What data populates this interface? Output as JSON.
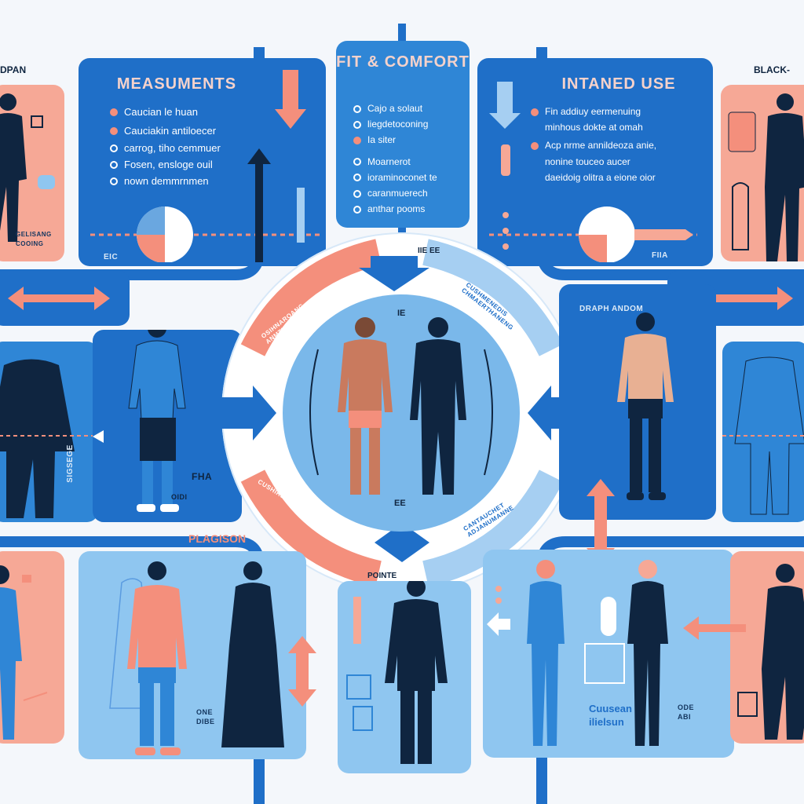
{
  "panels": {
    "measurements": {
      "title": "MEASUMENTS",
      "items": [
        "Caucian le huan",
        "Cauciakin antiloecer",
        "carrog, tiho cemmuer",
        "Fosen, ensloge ouil",
        "nown demmrnmen"
      ],
      "axis_label": "EIC"
    },
    "fit_comfort": {
      "title": "FIT & COMFORT",
      "items": [
        "Cajo a solaut",
        "liegdetoconing",
        "Ia siter",
        "Moarnerot",
        "ioraminoconet te",
        "caranmuerech",
        "anthar pooms"
      ]
    },
    "intended_use": {
      "title": "INTANED USE",
      "items": [
        "Fin addiuy eermenuing",
        "minhous dokte at omah",
        "Acp nrme annildeoza anie,",
        "nonine touceo aucer",
        "daeidoig olitra a eione oior"
      ],
      "axis_label": "FIIA"
    }
  },
  "corner_labels": {
    "top_left": "DPAN",
    "top_right": "BLACK-",
    "left_small": "GELISANG",
    "left_small2": "COOING",
    "left_side": "SIGSEGE",
    "mid_left_tag": "FHA",
    "mid_left_tag2": "OIDI",
    "person_label": "PLAGISON",
    "bottom_center": "POINTE",
    "bottom_right_caption": "Cuusean",
    "bottom_right_caption2": "ilielsun",
    "right_small": "DRAPH ANDOM",
    "hub_top": "IIE EE",
    "hub_center": "IE",
    "hub_bottom": "EE",
    "ttag_left": "ONE",
    "ttag_left2": "DIBE",
    "ttag_right": "ODE",
    "ttag_right2": "ABI"
  },
  "ring_labels": {
    "upper_left": "OSIHNAROANG ANMTIMONMTE",
    "upper_right": "CUSHMENEDIS CHMAERTHANENG",
    "lower_left": "CUSHIRDONNE CE EIIMER",
    "lower_right": "CANTAUCHET ADJANUMANNE"
  },
  "colors": {
    "primary_blue": "#1f6fc8",
    "mid_blue": "#2f86d6",
    "light_blue": "#8fc6f0",
    "accent_pink": "#f48f7c",
    "dark_navy": "#0f2540"
  }
}
